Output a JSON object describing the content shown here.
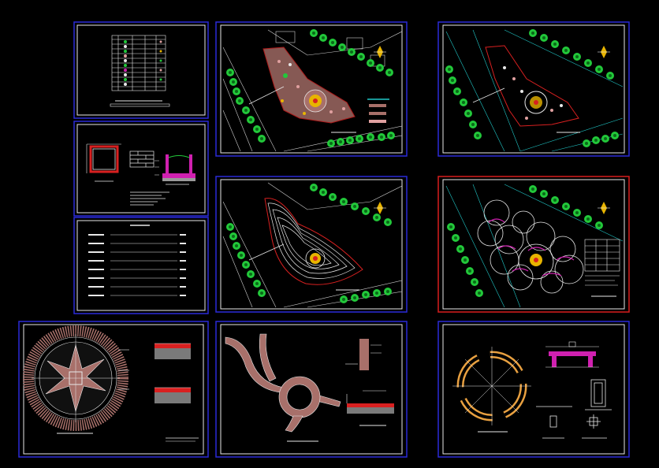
{
  "canvas": {
    "background": "#000000"
  },
  "colors": {
    "frame_blue": "#2b2bd8",
    "frame_red": "#d81e1e",
    "paper_border": "#e8e8e8",
    "tree_green": "#22c83a",
    "paving": "#a8706a",
    "plaza_yellow": "#e8b400",
    "plan_line": "#d0d0d0",
    "cyan_line": "#20c8c8",
    "red_line": "#d82020",
    "magenta": "#d020b0",
    "orange": "#e8a040"
  },
  "sheets": [
    {
      "id": "materials-table-sheet",
      "frame": "blue"
    },
    {
      "id": "site-plan-sheet-1",
      "frame": "blue"
    },
    {
      "id": "site-plan-sheet-2",
      "frame": "blue"
    },
    {
      "id": "planter-detail-sheet",
      "frame": "blue"
    },
    {
      "id": "notes-list-sheet",
      "frame": "blue"
    },
    {
      "id": "contour-plan-sheet",
      "frame": "blue"
    },
    {
      "id": "planting-plan-sheet",
      "frame": "red"
    },
    {
      "id": "star-plaza-sheet",
      "frame": "blue"
    },
    {
      "id": "path-layout-sheet",
      "frame": "blue"
    },
    {
      "id": "ring-bench-sheet",
      "frame": "blue"
    }
  ]
}
